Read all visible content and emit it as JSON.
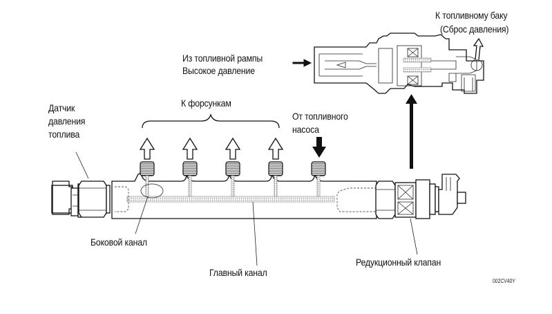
{
  "diagram": {
    "title": "Common rail fuel system — pressure limiter valve",
    "labels": {
      "to_tank_line1": "К топливному баку",
      "to_tank_line2": "(Сброс давления)",
      "from_rail_line1": "Из топливной рампы",
      "from_rail_line2": "Высокое давление",
      "sensor_line1": "Датчик",
      "sensor_line2": "давления",
      "sensor_line3": "топлива",
      "to_injectors": "К форсункам",
      "from_pump_line1": "От топливного",
      "from_pump_line2": "насоса",
      "side_channel": "Боковой канал",
      "main_channel": "Главный канал",
      "pressure_limiter": "Редукционный клапан",
      "figure_code": "002CV40Y"
    },
    "injector_outlets": 4,
    "pump_inlets": 1,
    "colors": {
      "line": "#111111",
      "background": "#ffffff",
      "hatch": "#888888"
    }
  }
}
